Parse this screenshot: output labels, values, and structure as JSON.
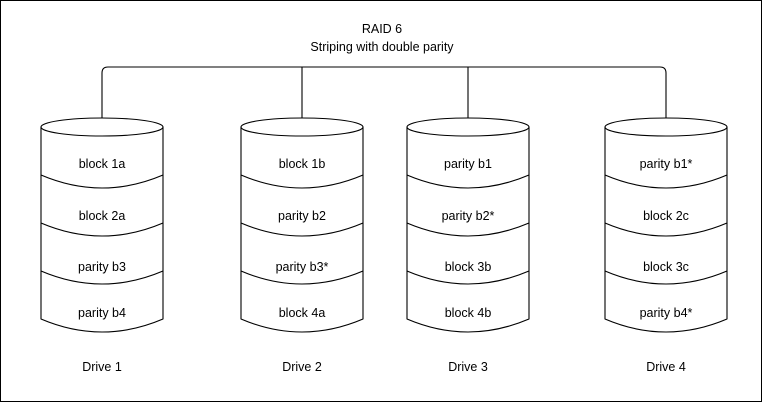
{
  "diagram": {
    "title": "RAID 6",
    "subtitle": "Striping with double parity",
    "type": "raid-array-diagram",
    "colors": {
      "stroke": "#000000",
      "fill": "#ffffff",
      "text": "#000000",
      "border": "#000000"
    },
    "bus": {
      "name": "controller-bus",
      "description": "horizontal connector bus with rounded ends linking all drives"
    },
    "drives": [
      {
        "label": "Drive 1",
        "blocks": [
          {
            "text": "block 1a"
          },
          {
            "text": "block 2a"
          },
          {
            "text": "parity b3"
          },
          {
            "text": "parity b4"
          }
        ]
      },
      {
        "label": "Drive 2",
        "blocks": [
          {
            "text": "block 1b"
          },
          {
            "text": "parity b2"
          },
          {
            "text": "parity b3*"
          },
          {
            "text": "block 4a"
          }
        ]
      },
      {
        "label": "Drive 3",
        "blocks": [
          {
            "text": "parity b1"
          },
          {
            "text": "parity b2*"
          },
          {
            "text": "block 3b"
          },
          {
            "text": "block 4b"
          }
        ]
      },
      {
        "label": "Drive 4",
        "blocks": [
          {
            "text": "parity b1*"
          },
          {
            "text": "block 2c"
          },
          {
            "text": "block 3c"
          },
          {
            "text": "parity b4*"
          }
        ]
      }
    ]
  }
}
